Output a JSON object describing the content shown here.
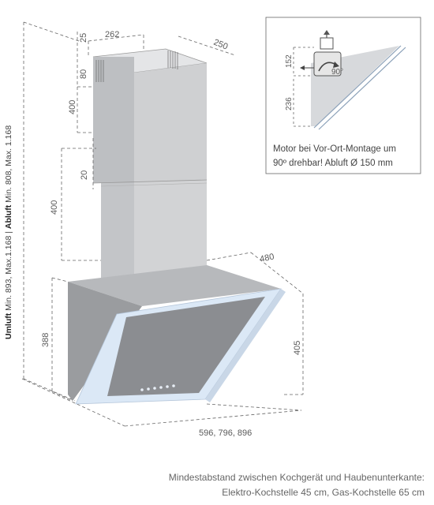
{
  "dimensions": {
    "chimney_depth_mm": "25",
    "chimney_width_mm": "262",
    "chimney_side_mm": "250",
    "upper_cutout_mm": "80",
    "upper_section_mm": "400",
    "overlap_mm": "20",
    "lower_section_mm": "400",
    "hood_depth_mm": "480",
    "hood_height_front_mm": "388",
    "hood_height_side_mm": "405",
    "hood_widths_mm": "596, 796, 896"
  },
  "side_label": {
    "umluft_bold": "Umluft",
    "umluft_range": "Min. 893, Max.1.168",
    "separator": "|",
    "abluft_bold": "Abluft",
    "abluft_range": "Min. 808, Max. 1.168"
  },
  "inset": {
    "dim_top_mm": "152",
    "dim_bottom_mm": "236",
    "rotation_label": "90°",
    "note_line1": "Motor bei Vor-Ort-Montage um",
    "note_line2": "90º drehbar! Abluft Ø 150 mm"
  },
  "footer": {
    "line1": "Mindestabstand zwischen Kochgerät und Haubenunterkante:",
    "line2": "Elektro-Kochstelle 45 cm, Gas-Kochstelle 65 cm"
  },
  "colors": {
    "chimney": "#c9cacc",
    "hood": "#a9abae",
    "glass_frame": "#dbe8f6",
    "glass": "#8a8c90",
    "line": "#555555"
  }
}
